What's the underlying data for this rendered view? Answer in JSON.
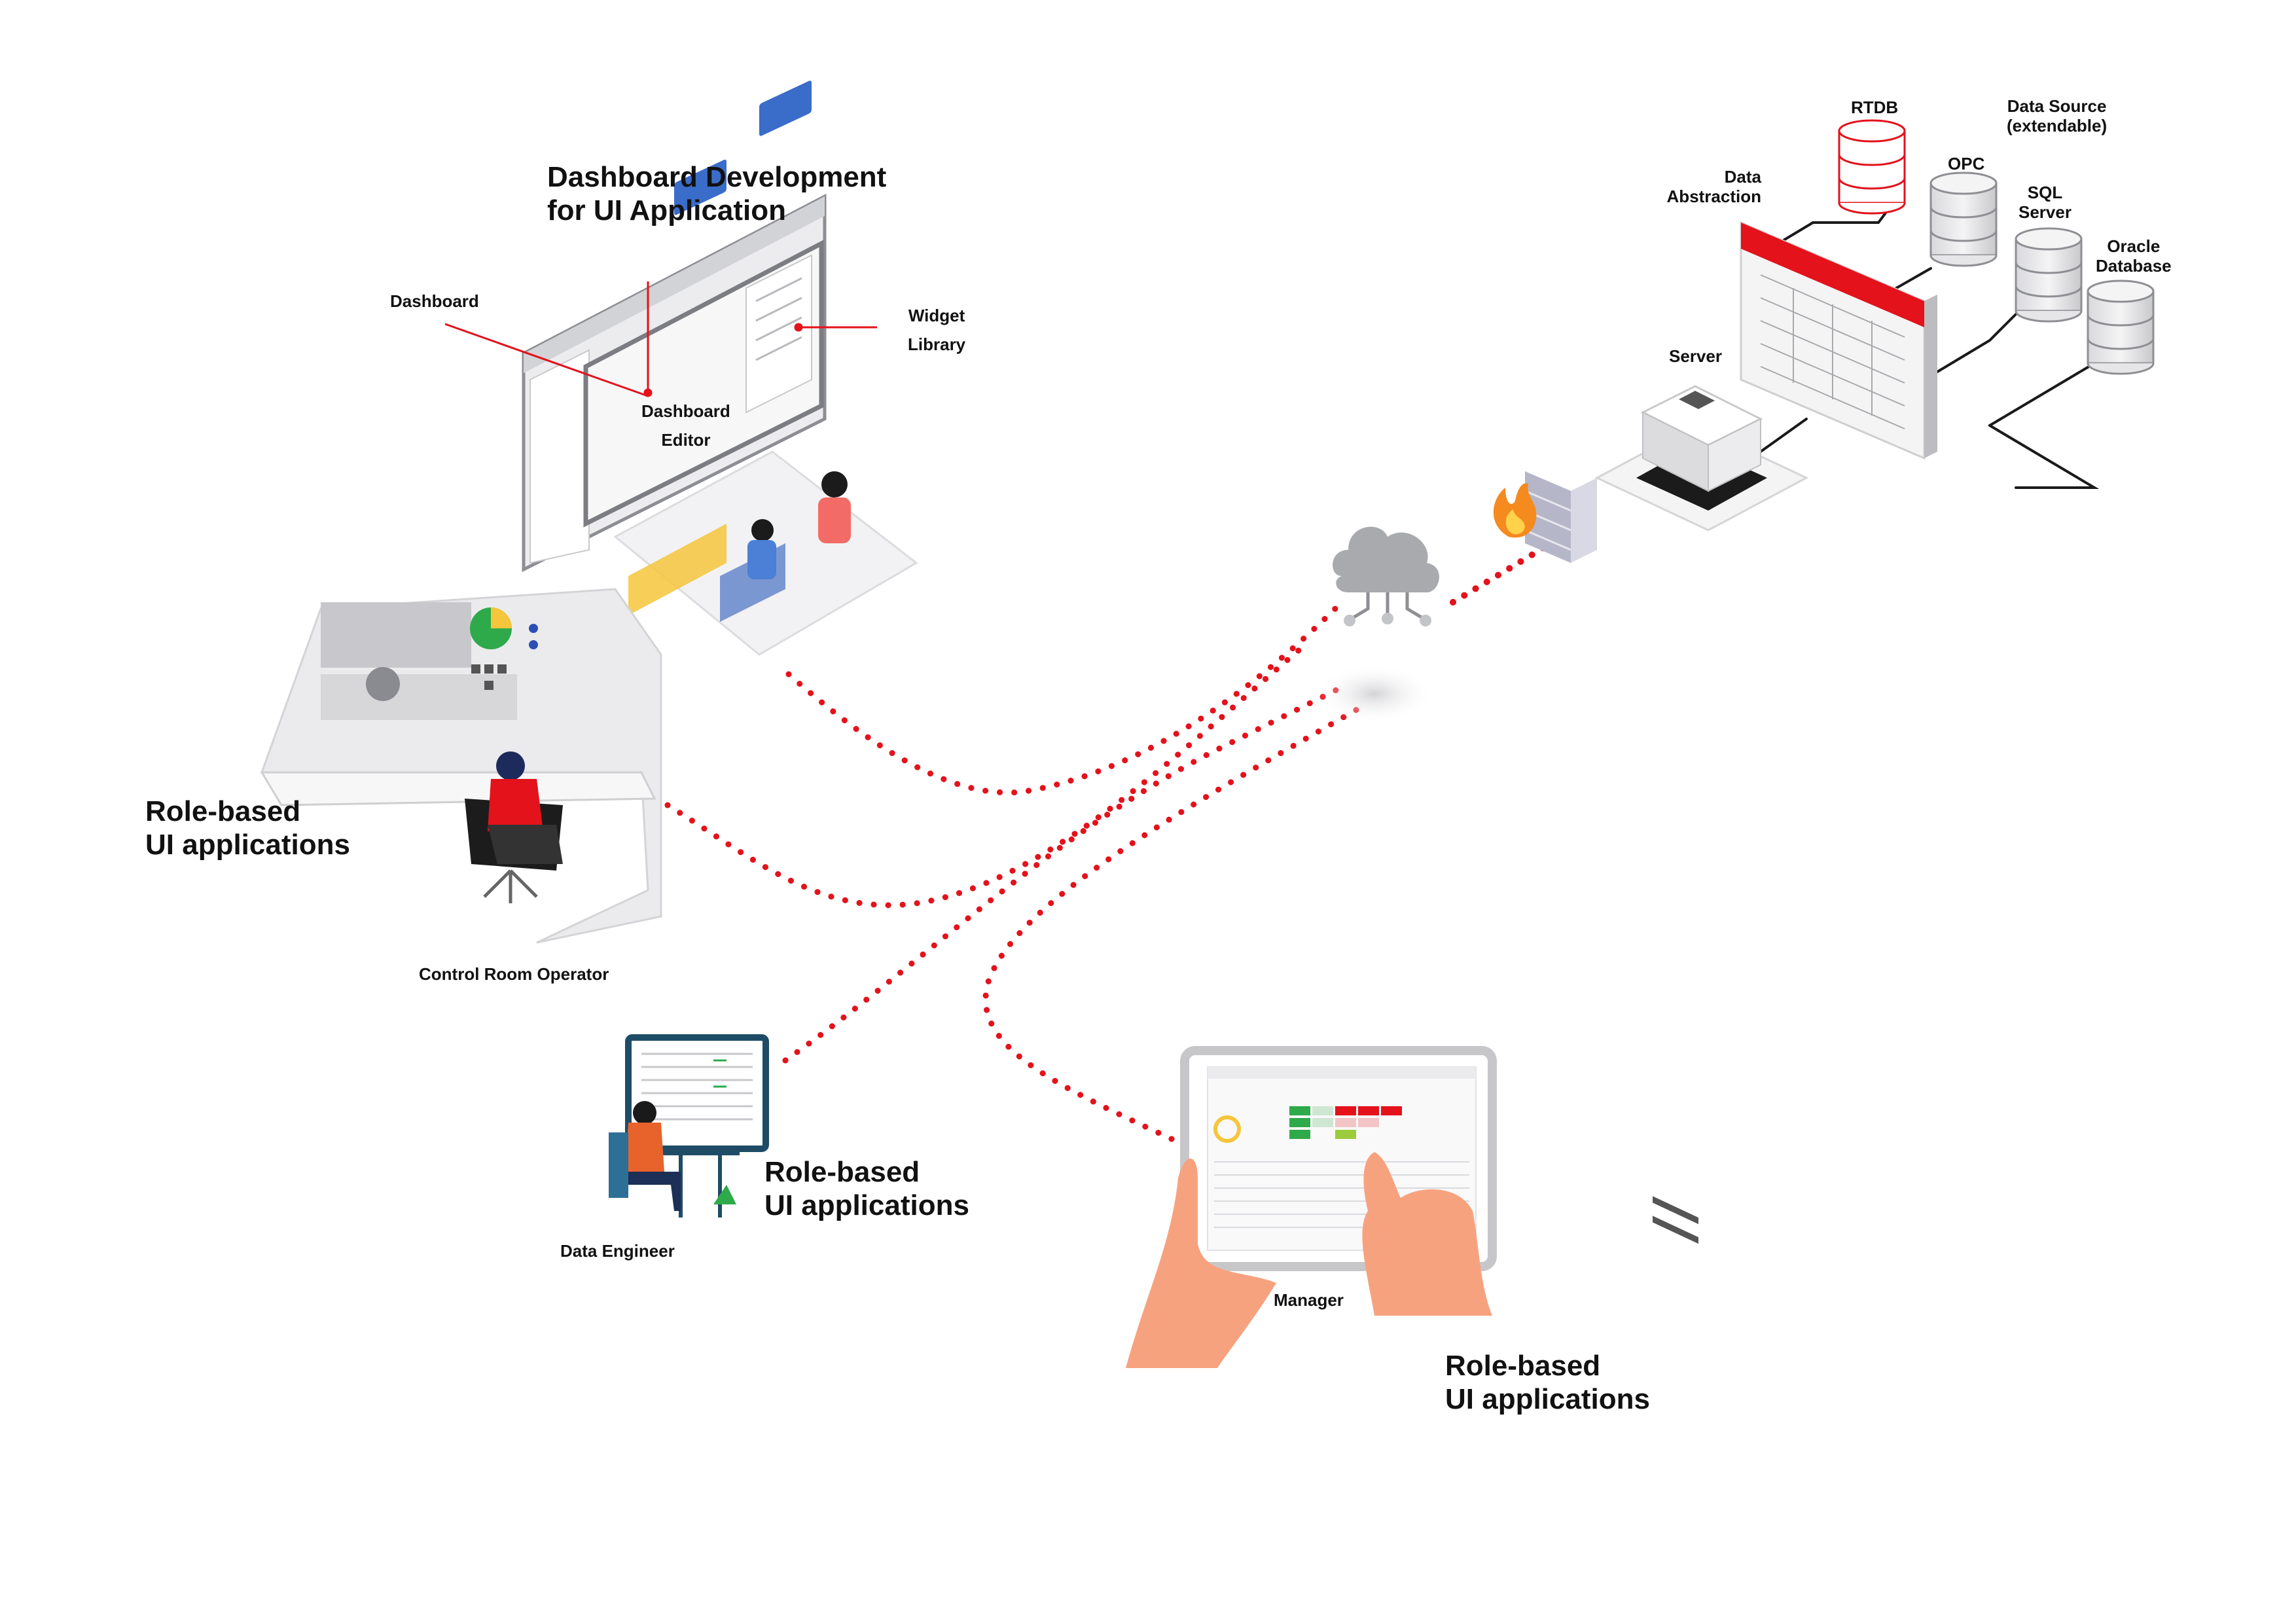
{
  "colors": {
    "accent": "#e3121b",
    "grey_light": "#e9e9eb",
    "grey_mid": "#b8b8bc",
    "grey_dark": "#6d6e73",
    "skin": "#f7a27f",
    "yellow": "#f5c63b",
    "green": "#2eaa4a"
  },
  "labels": {
    "dashboard_dev_title_1": "Dashboard Development",
    "dashboard_dev_title_2": "for UI Application",
    "dashboard": "Dashboard",
    "dashboard_editor_1": "Dashboard",
    "dashboard_editor_2": "Editor",
    "widget_library_1": "Widget",
    "widget_library_2": "Library",
    "role_based_1": "Role-based",
    "role_based_2": "UI applications",
    "control_room_operator": "Control Room Operator",
    "data_engineer": "Data Engineer",
    "manager": "Manager",
    "server": "Server",
    "data_abstraction_1": "Data",
    "data_abstraction_2": "Abstraction",
    "rtdb": "RTDB",
    "opc": "OPC",
    "sql_server_1": "SQL",
    "sql_server_2": "Server",
    "oracle_db_1": "Oracle",
    "oracle_db_2": "Database",
    "data_source_1": "Data Source",
    "data_source_2": "(extendable)"
  },
  "icons": {
    "cloud": "cloud-icon",
    "firewall": "firewall-icon",
    "server": "server-icon",
    "database": "database-icon"
  }
}
